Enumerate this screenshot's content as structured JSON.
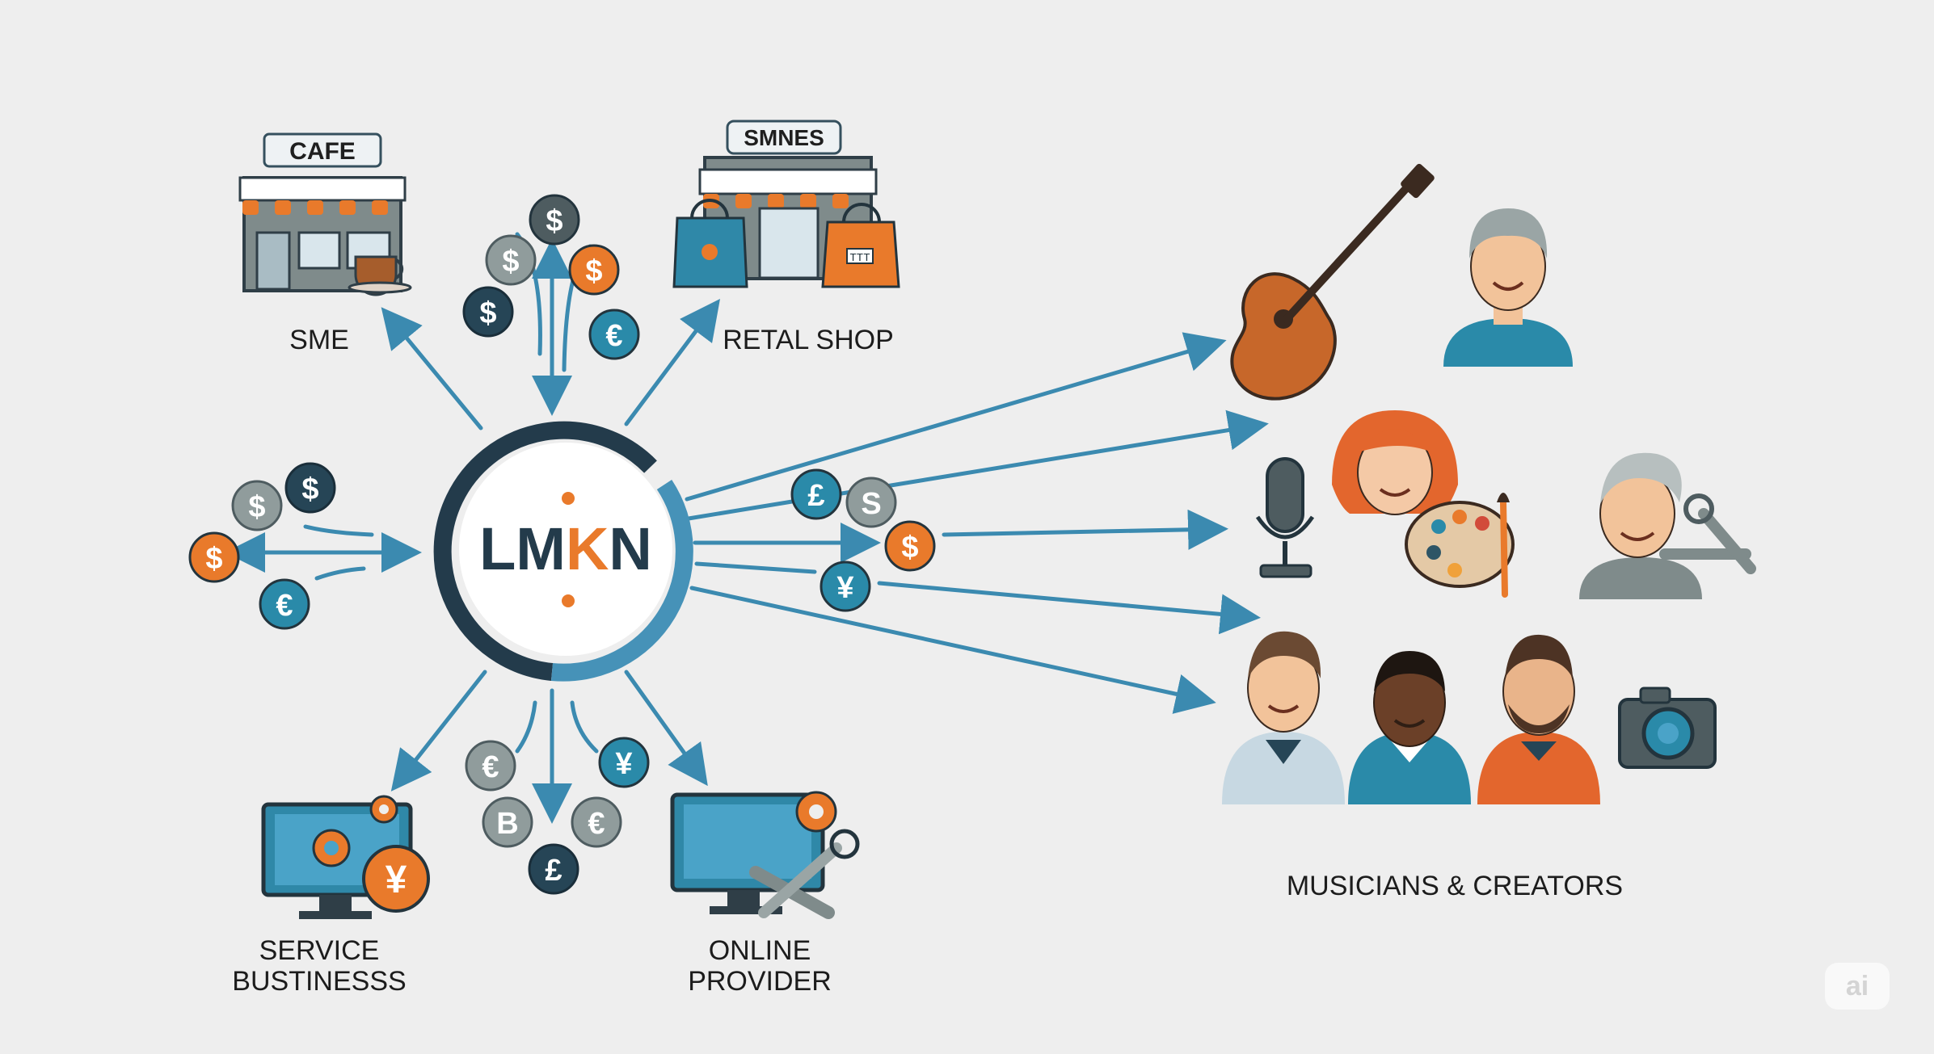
{
  "hub": {
    "logo_text_left": "LM",
    "logo_text_k": "K",
    "logo_text_right": "N"
  },
  "nodes": {
    "cafe": {
      "sign": "CAFE",
      "label": "SME"
    },
    "retail": {
      "sign": "SMNES",
      "label": "RETAL SHOP"
    },
    "service": {
      "label_line1": "SERVICE",
      "label_line2": "BUSTINESSS"
    },
    "online": {
      "label_line1": "ONLINE",
      "label_line2": "PROVIDER"
    },
    "creators": {
      "label": "MUSICIANS & CREATORS"
    }
  },
  "coins": {
    "top": [
      "$",
      "$",
      "$",
      "$",
      "€"
    ],
    "left": [
      "$",
      "$",
      "$",
      "€"
    ],
    "right": [
      "£",
      "S",
      "$",
      "¥"
    ],
    "bottom": [
      "€",
      "¥",
      "B",
      "€",
      "£"
    ],
    "service_yen": "¥",
    "bag_tag": "TTT"
  },
  "badge": {
    "text": "ai"
  },
  "colors": {
    "background": "#eeeeee",
    "arrow": "#3b8ab0",
    "navy": "#264556",
    "orange": "#e97a2b",
    "teal": "#2a8aa9",
    "gray": "#7f8b8b"
  }
}
